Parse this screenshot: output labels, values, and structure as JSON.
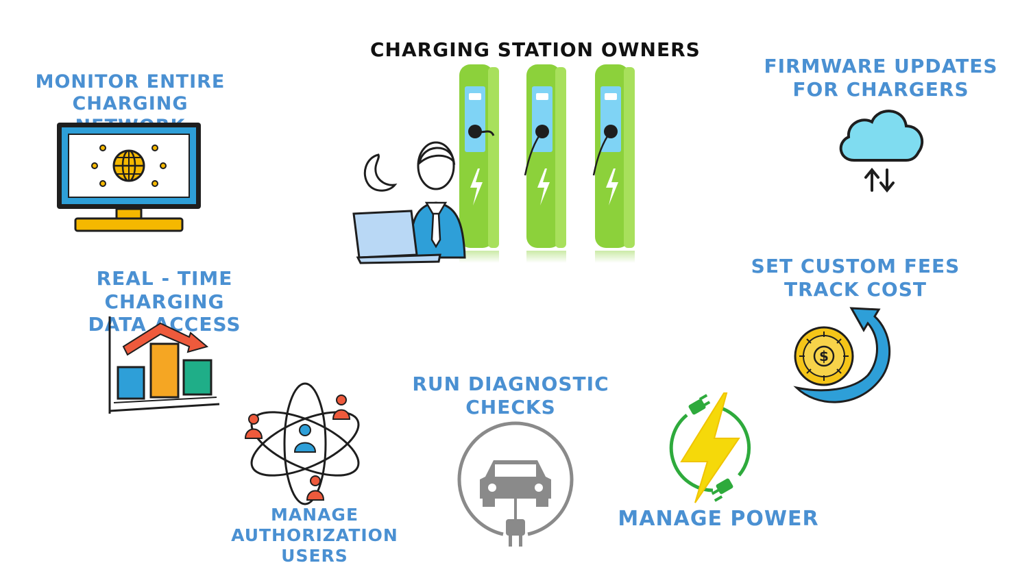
{
  "title": "CHARGING STATION OWNERS",
  "features": {
    "monitor": [
      "MONITOR ENTIRE",
      "CHARGING NETWORK"
    ],
    "firmware": [
      "FIRMWARE UPDATES",
      "FOR CHARGERS"
    ],
    "realtime": [
      "REAL - TIME CHARGING",
      "DATA ACCESS"
    ],
    "fees": [
      "SET CUSTOM FEES",
      "TRACK COST"
    ],
    "diagnostic": [
      "RUN DIAGNOSTIC",
      "CHECKS"
    ],
    "authorization": [
      "MANAGE AUTHORIZATION",
      "USERS"
    ],
    "power": [
      "MANAGE POWER"
    ]
  },
  "icons": {
    "monitor": "monitor-globe-icon",
    "firmware": "cloud-sync-icon",
    "realtime": "bar-chart-arrow-icon",
    "fees": "coin-arrow-icon",
    "diagnostic": "car-plug-icon",
    "authorization": "users-network-icon",
    "power": "lightning-plug-icon",
    "owner": "person-laptop-icon",
    "station": "charging-station-icon"
  },
  "colors": {
    "label": "#4a90d2",
    "station": "#8cd13b",
    "screen": "#2e9fd8",
    "lightning": "#f5d90a",
    "ring": "#2eaa3c"
  }
}
